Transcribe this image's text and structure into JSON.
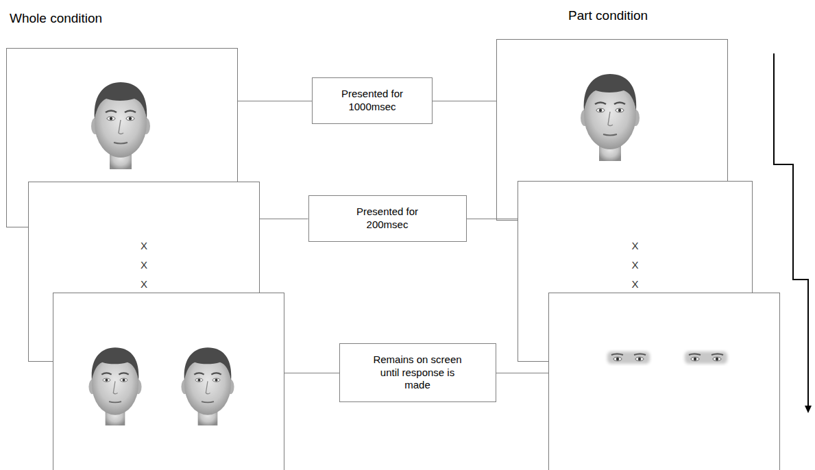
{
  "diagram": {
    "nodes": [
      {
        "text": [
          "Presented for 1000msec"
        ]
      },
      {
        "text": [
          "X X X"
        ]
      },
      {
        "text": [
          "Presented for 200msec"
        ]
      },
      {
        "text": [
          "X X X"
        ]
      },
      {
        "text": [
          "Remains on screen until response is made"
        ]
      }
    ],
    "edges": [
      {
        "from": 2,
        "to": 1,
        "arrow": "none"
      },
      {
        "from": 2,
        "to": 3,
        "arrow": "none"
      }
    ],
    "labels": [
      "Whole condition",
      "Part condition"
    ]
  }
}
